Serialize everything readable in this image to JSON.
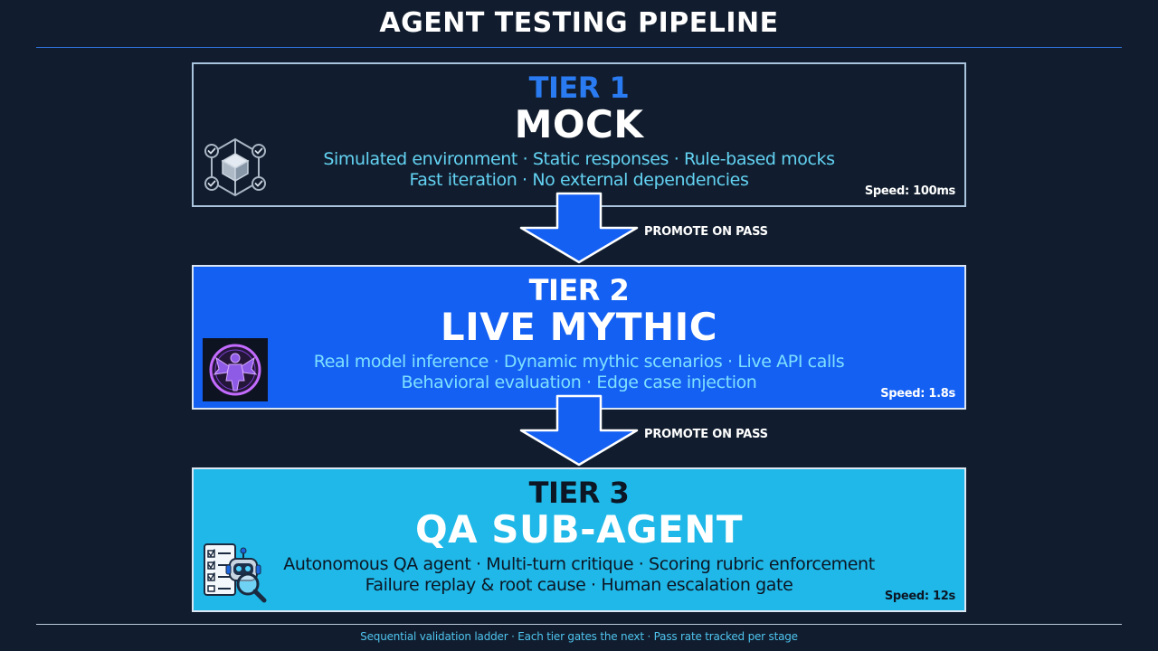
{
  "title": "AGENT TESTING PIPELINE",
  "tiers": [
    {
      "label": "TIER 1",
      "name": "MOCK",
      "desc_lines": [
        "Simulated environment · Static responses · Rule-based mocks",
        "Fast iteration · No external dependencies"
      ],
      "speed": "Speed: 100ms",
      "icon": "cube-network-icon",
      "colors": {
        "fill": "#111d2e",
        "border": "#a9c4dc",
        "accent": "#2a7bf2"
      }
    },
    {
      "label": "TIER 2",
      "name": "LIVE MYTHIC",
      "desc_lines": [
        "Real model inference · Dynamic mythic scenarios · Live API calls",
        "Behavioral evaluation · Edge case injection"
      ],
      "speed": "Speed: 1.8s",
      "icon": "mythic-figure-icon",
      "colors": {
        "fill": "#1460f2",
        "border": "#dce6f2",
        "accent": "#7ee0ff"
      }
    },
    {
      "label": "TIER 3",
      "name": "QA SUB-AGENT",
      "desc_lines": [
        "Autonomous QA agent · Multi-turn critique · Scoring rubric enforcement",
        "Failure replay & root cause · Human escalation gate"
      ],
      "speed": "Speed: 12s",
      "icon": "robot-checklist-magnifier-icon",
      "colors": {
        "fill": "#1fb8e8",
        "border": "#dce6f2",
        "accent": "#0c1624"
      }
    }
  ],
  "connectors": [
    {
      "label": "PROMOTE ON PASS",
      "icon": "down-arrow-icon"
    },
    {
      "label": "PROMOTE ON PASS",
      "icon": "down-arrow-icon"
    }
  ],
  "footer": "Sequential validation ladder · Each tier gates the next · Pass rate tracked per stage",
  "colors": {
    "background": "#111d2e",
    "arrow": "#1460f2",
    "title_rule": "#2f6fd6"
  }
}
